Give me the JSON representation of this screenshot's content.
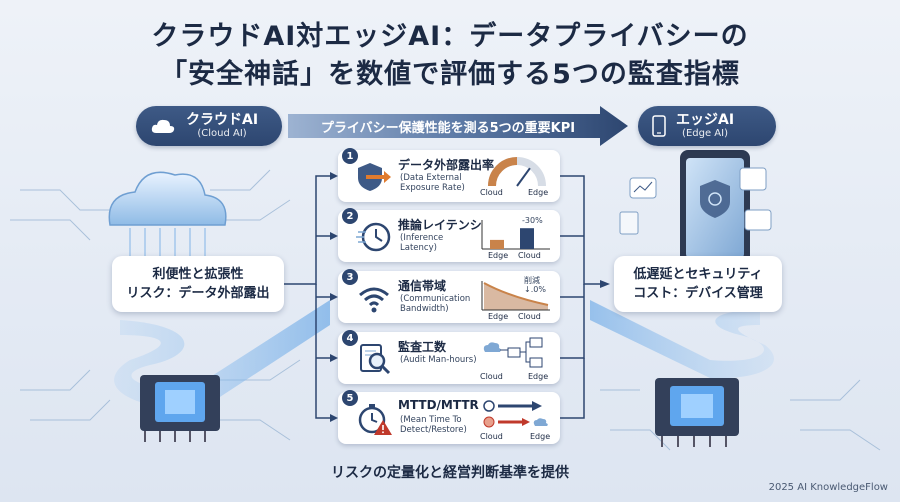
{
  "title": {
    "line1": "クラウドAI対エッジAI：データプライバシーの",
    "line2": "「安全神話」を数値で評価する5つの監査指標"
  },
  "cloud": {
    "label": "クラウドAI",
    "sub": "(Cloud AI)",
    "icon": "cloud-icon"
  },
  "edge": {
    "label": "エッジAI",
    "sub": "(Edge AI)",
    "icon": "smartphone-icon"
  },
  "kpi_banner": "プライバシー保護性能を測る5つの重要KPI",
  "left_box": {
    "line1": "利便性と拡張性",
    "line2": "リスク：データ外部露出"
  },
  "right_box": {
    "line1": "低遅延とセキュリティ",
    "line2": "コスト：デバイス管理"
  },
  "cards": [
    {
      "num": "1",
      "title": "データ外部露出率",
      "sub1": "(Data External",
      "sub2": "Exposure Rate)",
      "icon": "shield-arrow-icon",
      "viz": "gauge",
      "labels": [
        "Cloud",
        "Edge"
      ],
      "gauge_level": 0.7
    },
    {
      "num": "2",
      "title": "推論レイテンシ",
      "sub1": "(Inference",
      "sub2": "Latency)",
      "icon": "clock-icon",
      "viz": "bar",
      "labels": [
        "Edge",
        "Cloud"
      ],
      "note": "-30%",
      "values": [
        0.35,
        0.8
      ]
    },
    {
      "num": "3",
      "title": "通信帯域",
      "sub1": "(Communication",
      "sub2": "Bandwidth)",
      "icon": "wifi-icon",
      "viz": "area",
      "labels": [
        "Edge",
        "Cloud"
      ],
      "note1": "削減",
      "note2": "↓.0%"
    },
    {
      "num": "4",
      "title": "監査工数",
      "sub1": "(Audit Man-hours)",
      "sub2": "",
      "icon": "magnifier-document-icon",
      "viz": "flow",
      "labels": [
        "Cloud",
        "Edge"
      ]
    },
    {
      "num": "5",
      "title": "MTTD/MTTR",
      "sub1": "(Mean Time To",
      "sub2": "Detect/Restore)",
      "icon": "stopwatch-warning-icon",
      "viz": "arrows",
      "labels": [
        "Cloud",
        "Edge"
      ]
    }
  ],
  "footer": "リスクの定量化と経営判断基準を提供",
  "copyright": "2025 AI KnowledgeFlow",
  "colors": {
    "navy": "#2d4670",
    "accent": "#c0392b",
    "light_blue": "#7fb3e8"
  }
}
